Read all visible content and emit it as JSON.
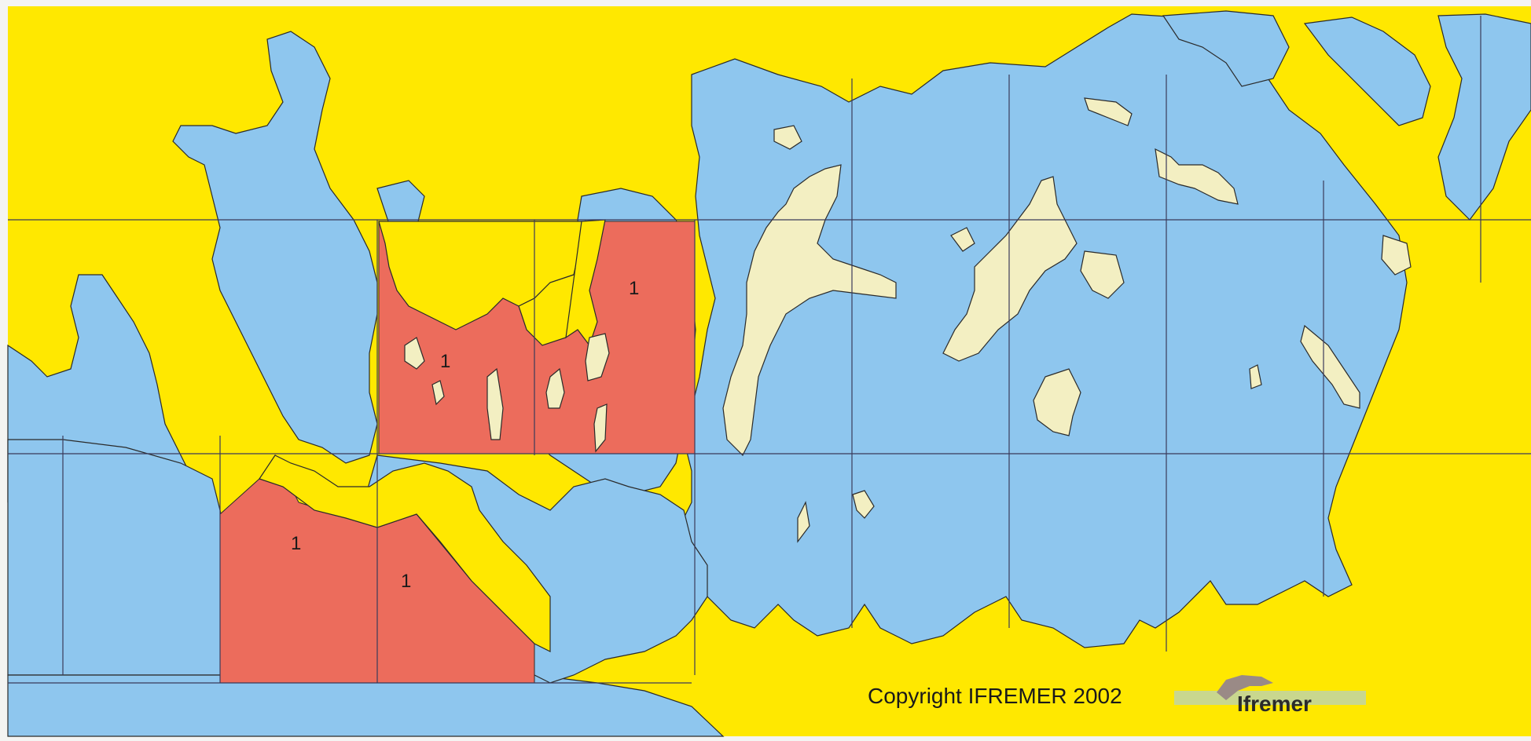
{
  "colors": {
    "land": "#ffe800",
    "sea": "#8ec6ee",
    "zone": "#ec6c5c",
    "island": "#f3efc2",
    "grid": "#3a3a5a",
    "frame": "#f4f4f2",
    "logo_bar": "#c9d78e",
    "logo_mark": "#9a8a86"
  },
  "zones": [
    {
      "label": "1"
    },
    {
      "label": "1"
    },
    {
      "label": "1"
    },
    {
      "label": "1"
    }
  ],
  "footer": {
    "copyright": "Copyright IFREMER 2002"
  },
  "logo": {
    "text": "Ifremer",
    "icon": "ifremer-dolphin-icon"
  }
}
